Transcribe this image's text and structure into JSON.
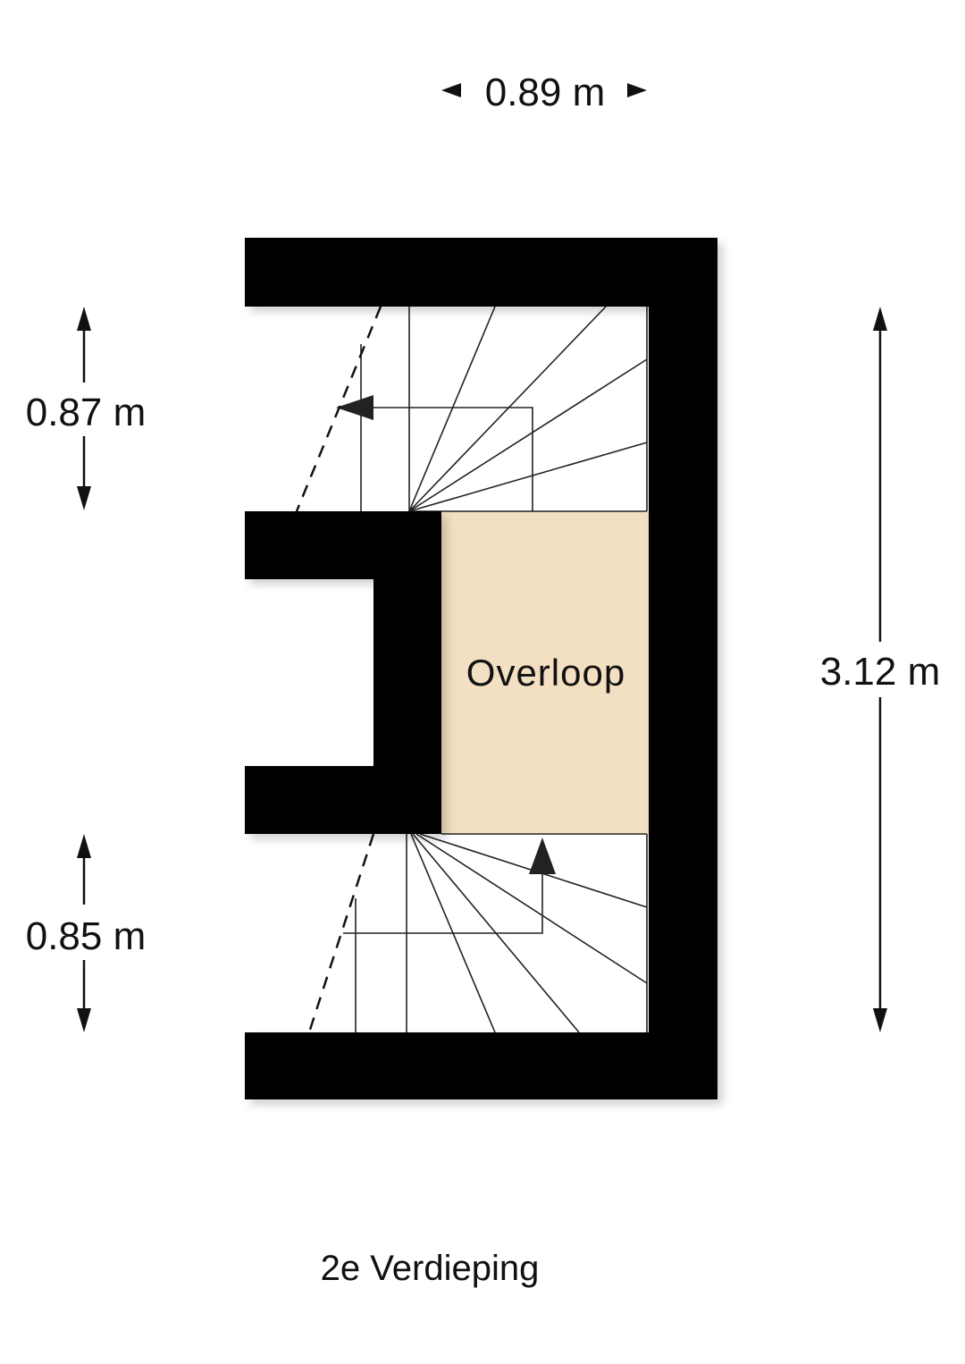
{
  "floor_label": "2e Verdieping",
  "rooms": [
    {
      "name": "Overloop",
      "fill": "#f3dfc1"
    }
  ],
  "dimensions": {
    "top_width": "0.89 m",
    "left_upper": "0.87 m",
    "left_lower": "0.85 m",
    "right_height": "3.12 m"
  },
  "colors": {
    "wall": "#000000",
    "room": "#f3dfc1",
    "line": "#222222"
  }
}
